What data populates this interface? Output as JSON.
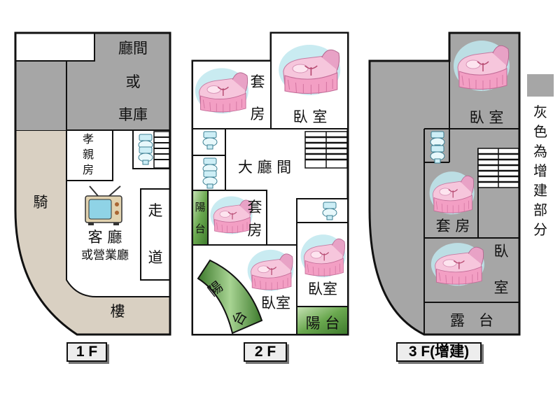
{
  "floors": [
    {
      "label": "1 F"
    },
    {
      "label": "2 F"
    },
    {
      "label": "3 F(增建)"
    }
  ],
  "rooms_1f": {
    "hall_or_garage_line1": "廳間",
    "hall_or_garage_line2": "或",
    "hall_or_garage_line3": "車庫",
    "filial_room_line1": "孝",
    "filial_room_line2": "親",
    "filial_room_line3": "房",
    "arcade_line1": "騎",
    "arcade_line2": "樓",
    "living_room": "客 廳",
    "business_hall": "或營業廳",
    "corridor_line1": "走",
    "corridor_line2": "道"
  },
  "rooms_2f": {
    "suite_a_line1": "套",
    "suite_a_line2": "房",
    "bedroom_a": "臥 室",
    "big_hall": "大 廳 間",
    "balcony_a_line1": "陽",
    "balcony_a_line2": "台",
    "suite_b_line1": "套",
    "suite_b_line2": "房",
    "balcony_b_line1": "陽",
    "balcony_b_line2": "台",
    "bedroom_b": "臥室",
    "bedroom_c": "臥室",
    "balcony_c": "陽 台"
  },
  "rooms_3f": {
    "bedroom_a": "臥 室",
    "suite": "套 房",
    "bedroom_b_line1": "臥",
    "bedroom_b_line2": "室",
    "terrace": "露   台"
  },
  "legend": {
    "text": "灰色為增建部分",
    "swatch_color": "#a6a6a6"
  },
  "colors": {
    "addition_gray": "#a6a6a6",
    "arcade_tan": "#d9d0c2",
    "balcony_green": "#5c9a44",
    "balcony_green_light": "#9dc887",
    "wall": "#111111"
  },
  "icons": [
    "bed-icon",
    "tv-icon",
    "toilet-icon",
    "stairs-icon"
  ]
}
